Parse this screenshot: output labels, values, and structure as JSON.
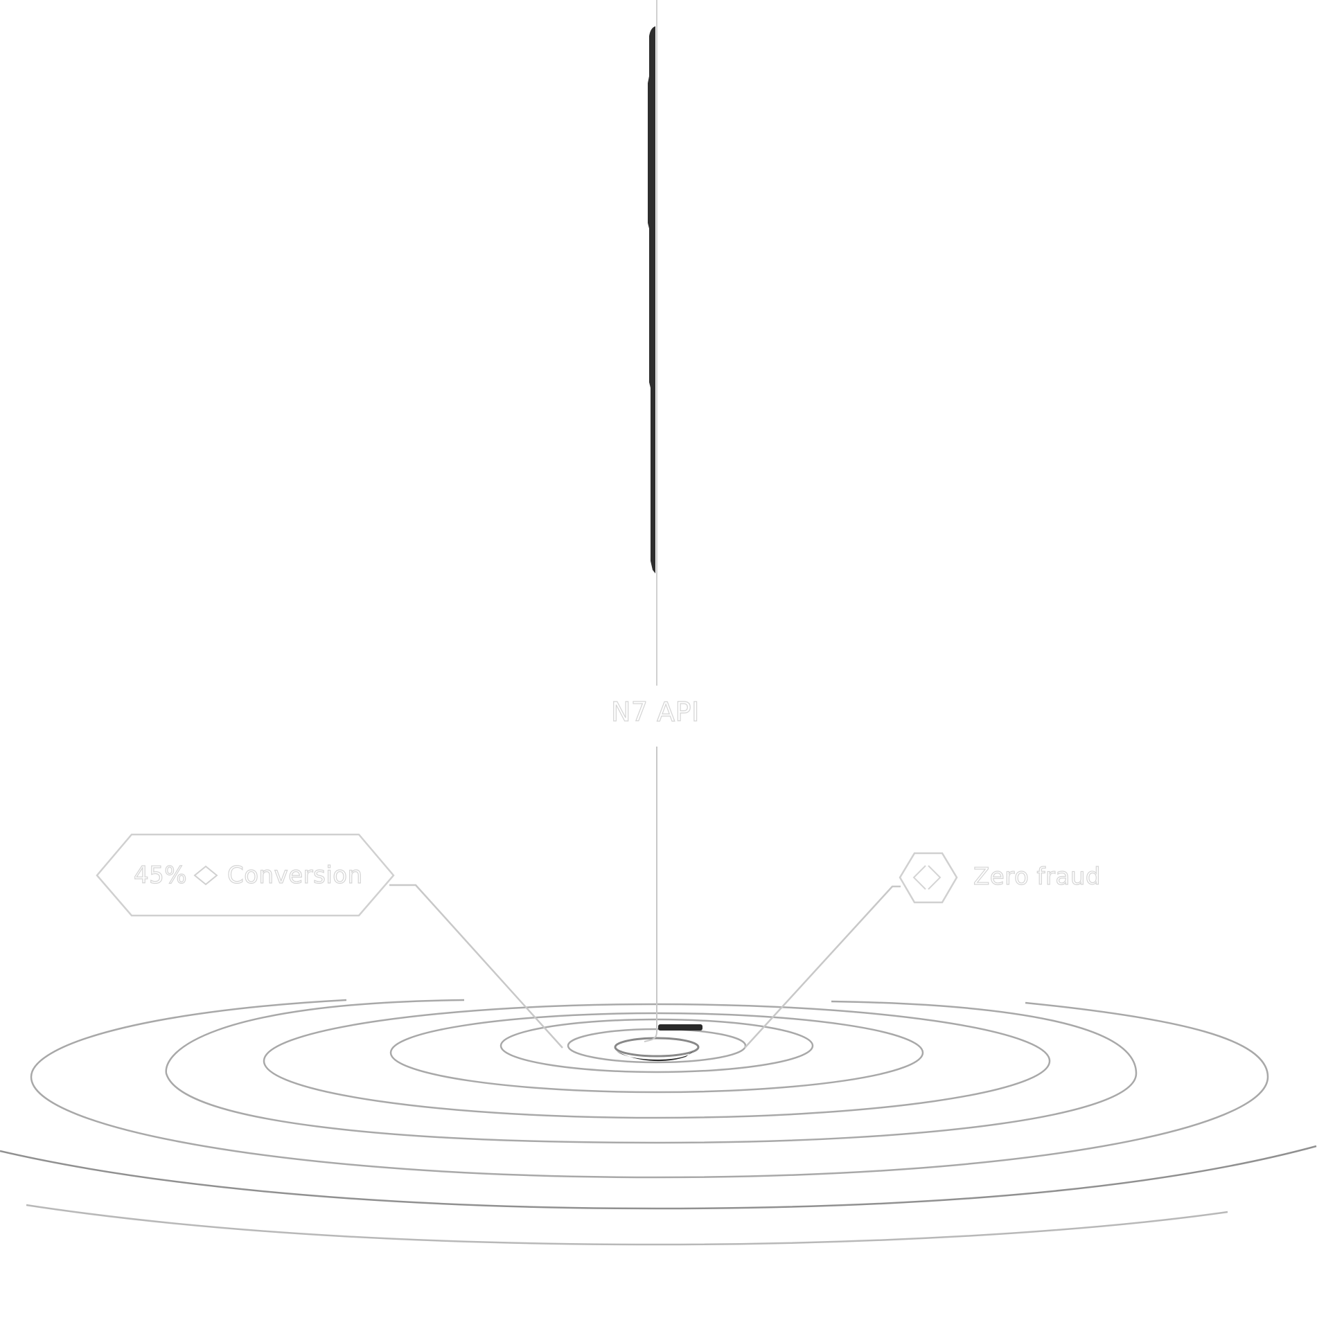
{
  "diagram": {
    "center_node": {
      "label": "N7 API"
    },
    "callouts": [
      {
        "id": "conversion",
        "value": "45%",
        "icon": "diamond-icon",
        "label": "Conversion",
        "shape": "elongated-hexagon"
      },
      {
        "id": "fraud",
        "icon": "diamond-in-hexagon-icon",
        "label": "Zero fraud",
        "shape": "hexagon-badge"
      }
    ],
    "rings": {
      "count": 9,
      "style": "concentric-perspective-ellipses"
    },
    "colors": {
      "background": "#ffffff",
      "line": "#c8c8c8",
      "ring_stroke": "#a8a8a8",
      "bar": "#2e2e2e",
      "text_outline": "#d4d4d4"
    }
  }
}
